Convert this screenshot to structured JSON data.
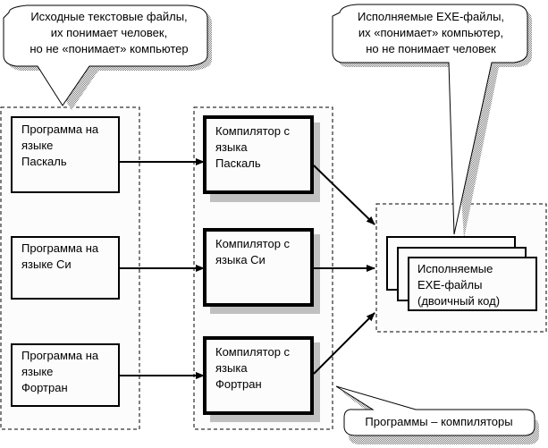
{
  "callouts": {
    "source": [
      "Исходные текстовые файлы,",
      "их понимает человек,",
      "но не «понимает» компьютер"
    ],
    "exe": [
      "Исполняемые EXE-файлы,",
      "их «понимает» компьютер,",
      "но не понимает человек"
    ],
    "compilers": "Программы – компиляторы"
  },
  "programs": [
    [
      "Программа на",
      "языке",
      "Паскаль"
    ],
    [
      "Программа на",
      "языке Си"
    ],
    [
      "Программа на",
      "языке",
      "Фортран"
    ]
  ],
  "compilers": [
    [
      "Компилятор с",
      "языка",
      "Паскаль"
    ],
    [
      "Компилятор с",
      "языка Си"
    ],
    [
      "Компилятор с",
      "языка",
      "Фортран"
    ]
  ],
  "output": [
    "Исполняемые",
    "EXE-файлы",
    "(двоичный код)"
  ]
}
